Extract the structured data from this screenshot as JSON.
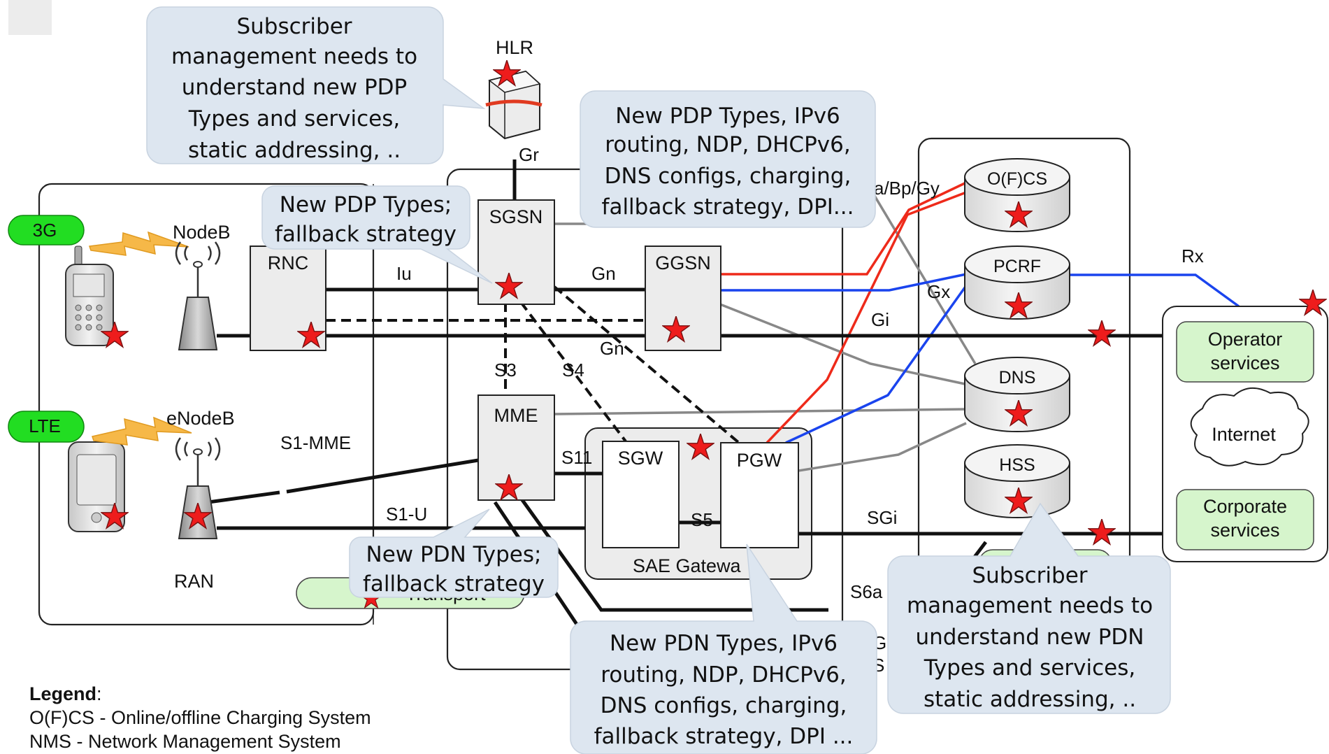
{
  "badges": {
    "g3": "3G",
    "lte": "LTE"
  },
  "nodes": {
    "hlr": "HLR",
    "nodeb": "NodeB",
    "enodeb": "eNodeB",
    "rnc": "RNC",
    "sgsn": "SGSN",
    "ggsn": "GGSN",
    "mme": "MME",
    "sgw": "SGW",
    "pgw": "PGW",
    "sae_gateway": "SAE Gatewa",
    "ran": "RAN",
    "transport": "Transport",
    "ofcs": "O(F)CS",
    "pcrf": "PCRF",
    "dns": "DNS",
    "hss": "HSS",
    "operator_services": [
      "Operator",
      "services"
    ],
    "internet": "Internet",
    "corporate_services": [
      "Corporate",
      "services"
    ]
  },
  "interfaces": {
    "gr": "Gr",
    "iu": "Iu",
    "gn_top": "Gn",
    "gn_diag": "Gn",
    "s3": "S3",
    "s4": "S4",
    "s1_mme": "S1-MME",
    "s11": "S11",
    "s1_u": "S1-U",
    "s5": "S5",
    "sgi": "SGi",
    "s6a": "S6a",
    "gi": "Gi",
    "gx": "Gx",
    "rx": "Rx",
    "ga_bp_gy": "a/Bp/Gy",
    "partial_g": "G",
    "partial_s": "S"
  },
  "callouts": {
    "hlr": [
      "Subscriber",
      "management needs to",
      "understand new PDP",
      "Types and services,",
      "static addressing, .."
    ],
    "ggsn": [
      "New PDP Types, IPv6",
      "routing, NDP, DHCPv6,",
      "DNS configs, charging,",
      "fallback strategy,  DPI..."
    ],
    "sgsn": [
      "New PDP Types;",
      "fallback strategy"
    ],
    "mme": [
      "New PDN Types;",
      "fallback strategy"
    ],
    "pgw": [
      "New PDN Types, IPv6",
      "routing, NDP, DHCPv6,",
      "DNS configs, charging,",
      "fallback strategy,  DPI ..."
    ],
    "hss": [
      "Subscriber",
      "management needs to",
      "understand new PDN",
      "Types and services,",
      "static addressing, .."
    ]
  },
  "legend": {
    "title": "Legend",
    "items": [
      "O(F)CS - Online/offline Charging System",
      "NMS - Network Management System"
    ]
  },
  "colors": {
    "badge_green": "#22dd22",
    "service_green": "#d6f5cc",
    "callout_fill": "#dde6f0",
    "star_red": "#ee1c1c",
    "charging_red": "#ee2a1a",
    "policy_blue": "#1a44ee",
    "lightning": "#f2b43c",
    "node_gray": "#ececec"
  }
}
